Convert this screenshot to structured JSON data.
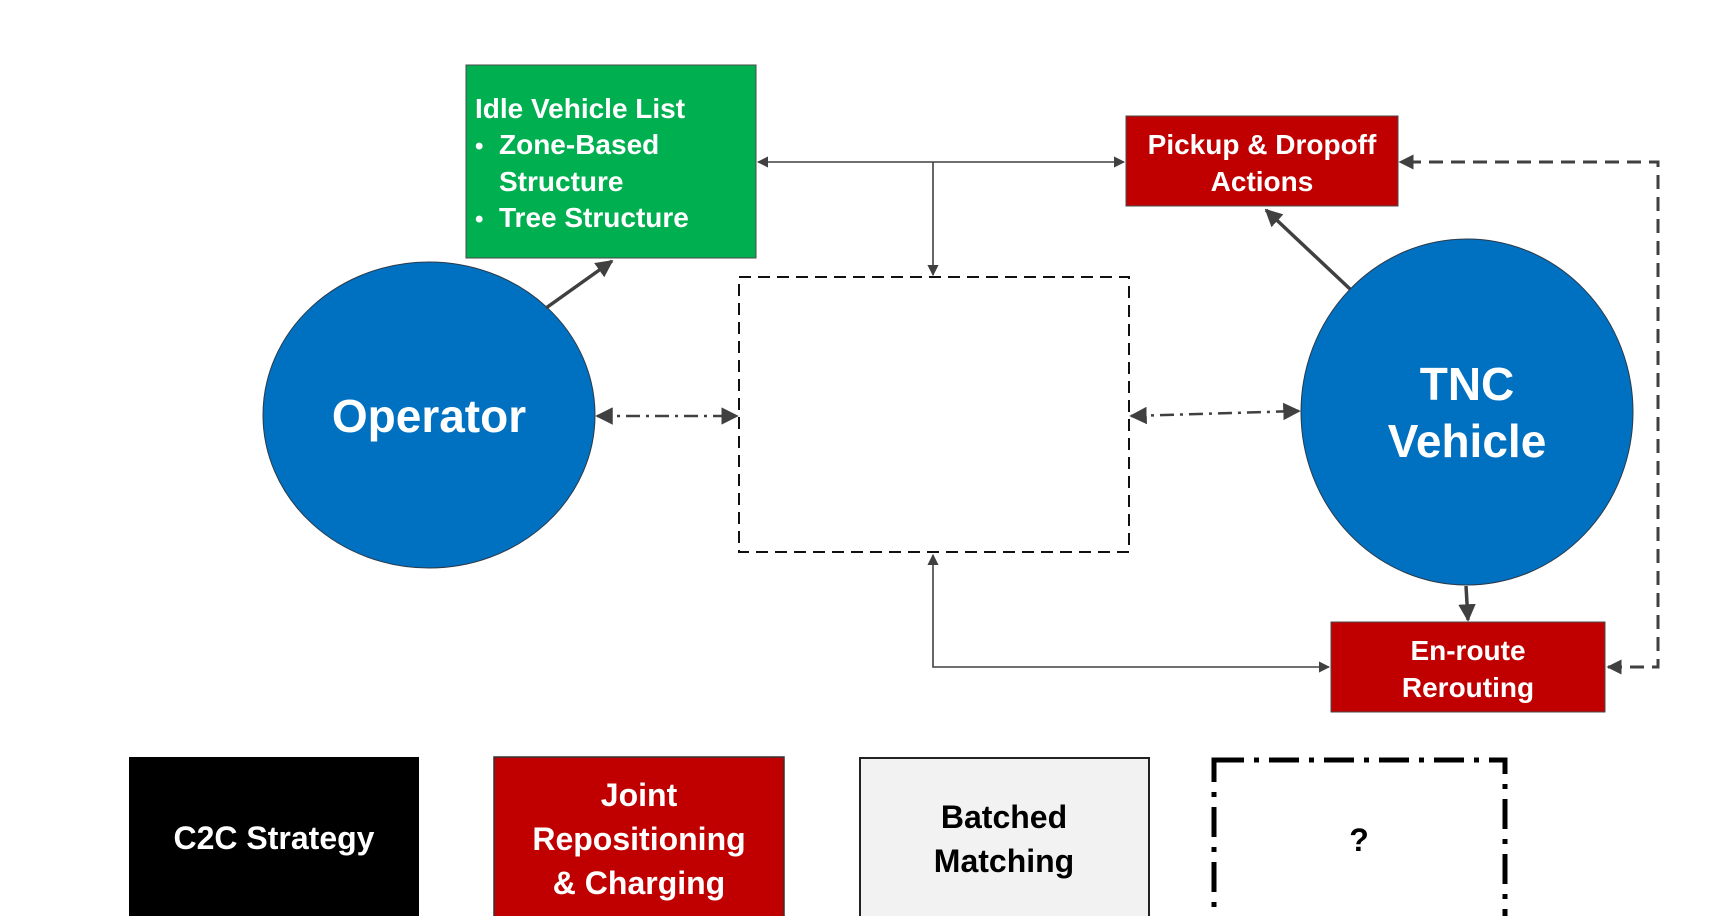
{
  "colors": {
    "operator_fill": "#0070C0",
    "green_box": "#00B050",
    "red_box": "#C00000",
    "gray_box": "#F2F2F2",
    "black_box": "#000000",
    "connector": "#404040"
  },
  "nodes": {
    "operator": {
      "label": "Operator"
    },
    "tnc_vehicle": {
      "line1": "TNC",
      "line2": "Vehicle"
    },
    "idle_list": {
      "title": "Idle Vehicle List",
      "bullet_char": "•",
      "items": [
        "Zone-Based",
        "Structure",
        "Tree Structure"
      ]
    },
    "pickup": {
      "line1": "Pickup & Dropoff",
      "line2": "Actions"
    },
    "enroute": {
      "line1": "En-route",
      "line2": "Rerouting"
    },
    "center_box": {
      "label": ""
    }
  },
  "legend": {
    "c2c": {
      "line1": "C2C Strategy"
    },
    "joint": {
      "line1": "Joint",
      "line2": "Repositioning",
      "line3": "& Charging"
    },
    "batched": {
      "line1": "Batched",
      "line2": "Matching"
    },
    "unknown": {
      "line1": "?"
    }
  }
}
